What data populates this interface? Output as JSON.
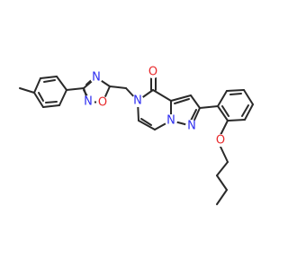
{
  "molecule": {
    "colors": {
      "bond": "#2a2a2a",
      "N": "#2d2df0",
      "O": "#e8282a",
      "background": "#ffffff"
    },
    "atoms": {
      "n_oxd_a": "N",
      "o_oxd": "O",
      "n_oxd_b": "N",
      "n_lactam": "N",
      "o_carbonyl": "O",
      "n_pyrazole_1": "N",
      "n_pyrazole_2": "N",
      "o_ether": "O"
    }
  }
}
